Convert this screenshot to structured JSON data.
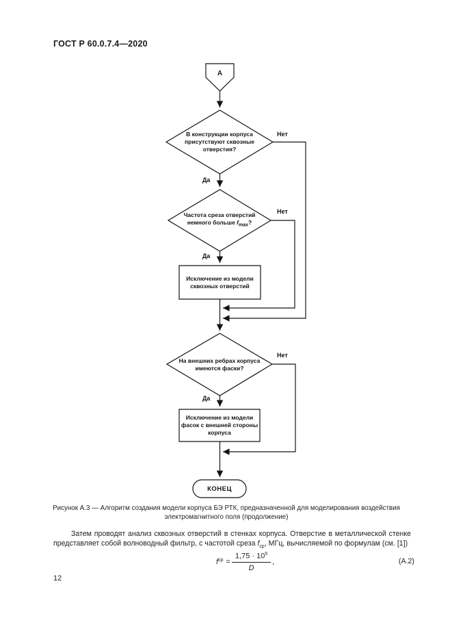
{
  "page": {
    "header": "ГОСТ Р 60.0.7.4—2020",
    "page_number": "12"
  },
  "flowchart": {
    "connector_label": "А",
    "yes_label": "Да",
    "no_label": "Нет",
    "decision1": {
      "lines": [
        "В конструкции корпуса",
        "присутствуют сквозные",
        "отверстия?"
      ]
    },
    "decision2": {
      "line1": "Частота среза отверстий",
      "line2_prefix": "немного больше ",
      "var": "f",
      "var_sub": "max",
      "line2_suffix": "?"
    },
    "process1": {
      "lines": [
        "Исключение из модели",
        "сквозных отверстий"
      ]
    },
    "decision3": {
      "lines": [
        "На внешних ребрах корпуса",
        "имеются фаски?"
      ]
    },
    "process2": {
      "lines": [
        "Исключение из модели",
        "фасок с внешней стороны",
        "корпуса"
      ]
    },
    "end_label": "КОНЕЦ"
  },
  "caption": {
    "line1": "Рисунок А.3 — Алгоритм создания модели корпуса БЭ РТК, предназначенной для моделирования воздействия",
    "line2": "электромагнитного поля (продолжение)"
  },
  "paragraph": {
    "part1": "Затем проводят анализ сквозных отверстий в стенках корпуса. Отверстие в металлической стенке представляет собой волноводный фильтр, с частотой среза ",
    "var": "f",
    "var_sub": "ср",
    "part2": ", МГц, вычисляемой по формулам (см. [1])"
  },
  "formula": {
    "var": "f",
    "var_sub": "ср",
    "equals": " = ",
    "numerator_base": "1,75 · 10",
    "numerator_exp": "5",
    "denominator": "D",
    "comma": ",",
    "number": "(А.2)"
  }
}
